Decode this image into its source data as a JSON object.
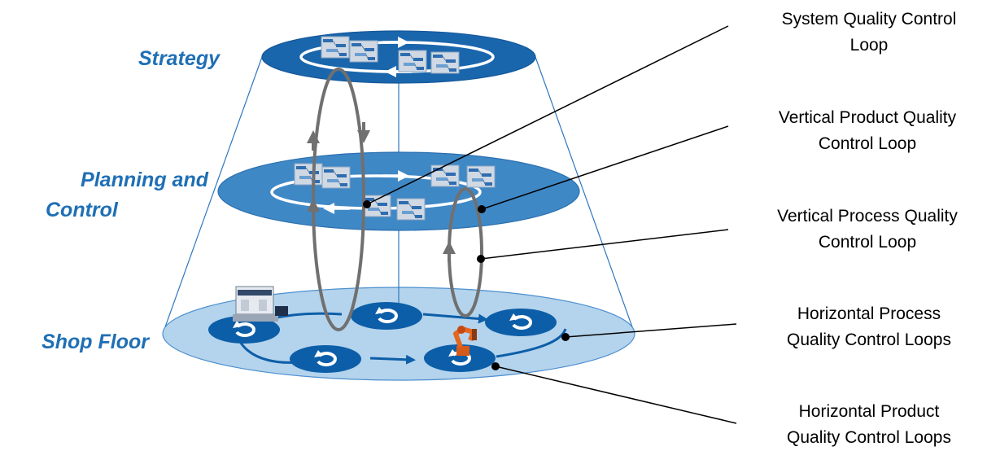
{
  "levels": {
    "strategy": "Strategy",
    "planning_line1": "Planning and",
    "planning_line2": "Control",
    "shop_floor": "Shop Floor"
  },
  "loop_labels": {
    "system": [
      "System Quality Control",
      "Loop"
    ],
    "vertical_product": [
      "Vertical Product Quality",
      "Control Loop"
    ],
    "vertical_process": [
      "Vertical Process Quality",
      "Control Loop"
    ],
    "horizontal_process": [
      "Horizontal Process",
      "Quality Control Loops"
    ],
    "horizontal_product": [
      "Horizontal Product",
      "Quality Control Loops"
    ]
  },
  "colors": {
    "label_blue": "#1f6fb5",
    "top_disc": "#1a66ad",
    "middle_disc": "#3f88c6",
    "bottom_disc": "#b4d3ec",
    "loop_gray": "#707070",
    "cycle_blue": "#0c5ea8"
  }
}
